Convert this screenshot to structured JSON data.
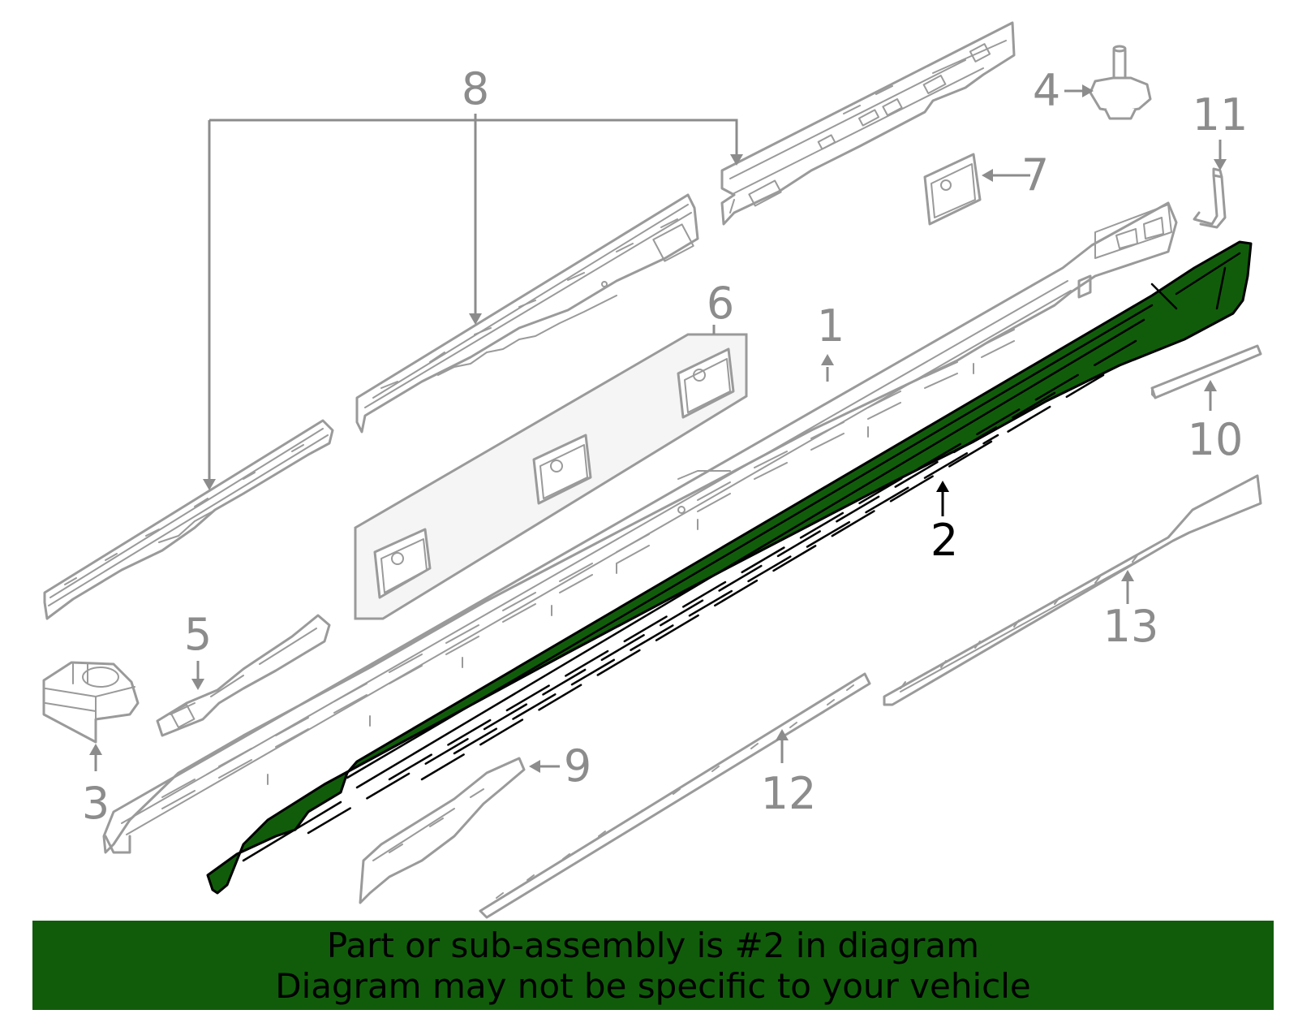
{
  "callouts": {
    "c1": "1",
    "c2": "2",
    "c3": "3",
    "c4": "4",
    "c5": "5",
    "c6": "6",
    "c7": "7",
    "c8": "8",
    "c9": "9",
    "c10": "10",
    "c11": "11",
    "c12": "12",
    "c13": "13"
  },
  "highlighted_part": "2",
  "colors": {
    "highlight": "#115c0b",
    "line_art": "#9a9a9a",
    "caption_bar": "#115c0b",
    "panel_six": "#f5f5f5"
  },
  "caption": {
    "line1": "Part or sub-assembly is #2 in diagram",
    "line2": "Diagram may not be specific to your vehicle"
  }
}
